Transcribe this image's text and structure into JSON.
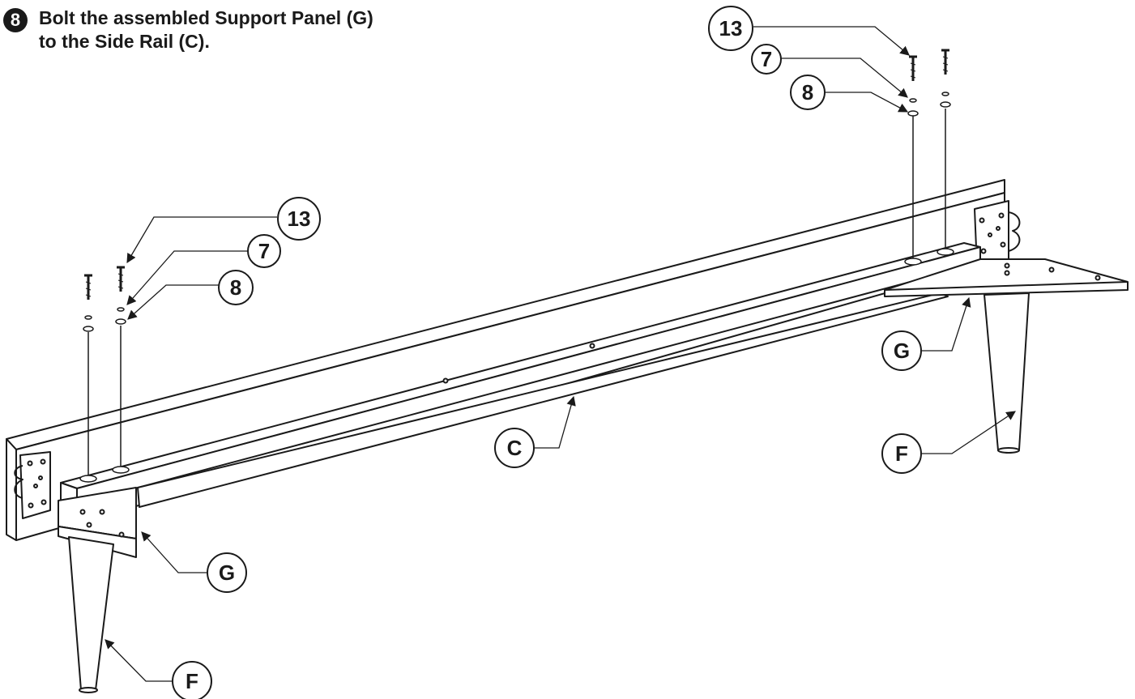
{
  "instruction": {
    "step_number": "8",
    "line1": "Bolt the assembled Support Panel (G)",
    "line2": "to the Side Rail (C)."
  },
  "callouts": {
    "part_13": "13",
    "part_7": "7",
    "part_8": "8",
    "part_c": "C",
    "part_g": "G",
    "part_f": "F"
  },
  "colors": {
    "line": "#1a1a1a",
    "fill": "#ffffff",
    "shade": "#f4f4f4"
  }
}
